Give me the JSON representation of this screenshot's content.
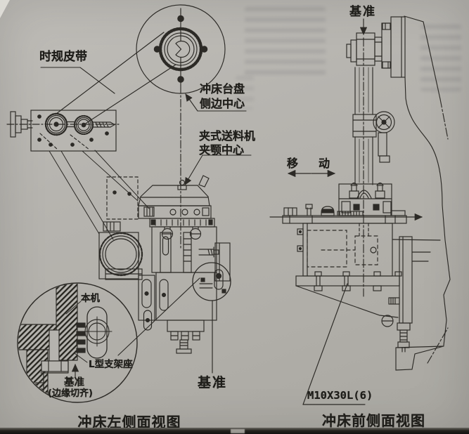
{
  "colors": {
    "paper": "#b5b3ae",
    "ink": "#2c2a26"
  },
  "left_view": {
    "caption": "冲床左侧面视图",
    "labels": {
      "timing_belt": "时规皮带",
      "table_center_line1": "冲床台盘",
      "table_center_line2": "侧边中心",
      "jaw_center_line1": "夹式送料机",
      "jaw_center_line2": "夹颚中心",
      "datum_bottom": "基准"
    },
    "detail": {
      "this_machine": "本机",
      "l_bracket": "L型支架座",
      "datum": "基准",
      "datum_note": "(边缘切齐)"
    }
  },
  "right_view": {
    "caption": "冲床前侧面视图",
    "labels": {
      "datum_top": "基准",
      "move": "移动",
      "bolt_spec": "M10X30L(6)"
    }
  }
}
